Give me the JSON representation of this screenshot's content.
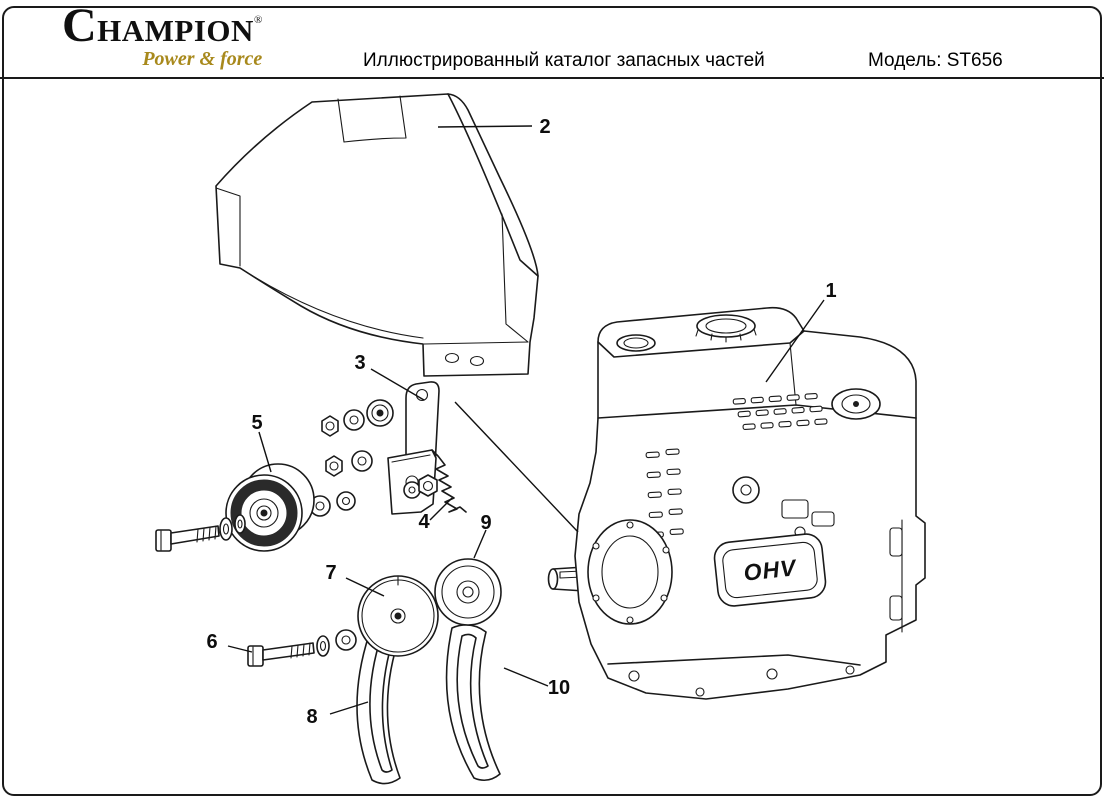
{
  "header": {
    "logo": {
      "brand": "CHAMPION",
      "registered": "®",
      "tagline": "Power & force"
    },
    "title": "Иллюстрированный каталог запасных частей",
    "model": "Модель: ST656"
  },
  "colors": {
    "tagline_gold": "#a8891c",
    "line_art": "#1a1a1a",
    "page_background": "#ffffff"
  },
  "diagram": {
    "engine_badge": "OHV",
    "callouts": [
      {
        "label": "1"
      },
      {
        "label": "2"
      },
      {
        "label": "3"
      },
      {
        "label": "4"
      },
      {
        "label": "5"
      },
      {
        "label": "6"
      },
      {
        "label": "7"
      },
      {
        "label": "8"
      },
      {
        "label": "9"
      },
      {
        "label": "10"
      }
    ]
  }
}
